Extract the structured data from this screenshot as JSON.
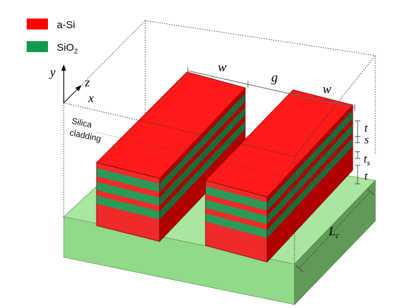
{
  "legend": {
    "items": [
      {
        "label": "a-Si",
        "color": "#ff0000"
      },
      {
        "label": "SiO",
        "subscript": "2",
        "color": "#109a4c"
      }
    ]
  },
  "axes": {
    "y": "y",
    "z": "z",
    "x": "x"
  },
  "cladding_label": {
    "line1": "Silica",
    "line2": "cladding"
  },
  "dimensions": {
    "w_left": "w",
    "g": "g",
    "w_right": "w",
    "t_top": "t",
    "s": "s",
    "t_s_main": "t",
    "t_s_sub": "s",
    "t_bottom": "t",
    "L_main": "L",
    "L_sub": "c"
  },
  "colors": {
    "a_si_top": "#ff1a1a",
    "a_si_front": "#ee2a2a",
    "a_si_side": "#b00000",
    "sio2_front": "#2c9a57",
    "sio2_side": "#1c6b3c",
    "substrate_top": "#a9e6a0",
    "substrate_front": "#92d98a",
    "substrate_side": "#5f9a57"
  }
}
